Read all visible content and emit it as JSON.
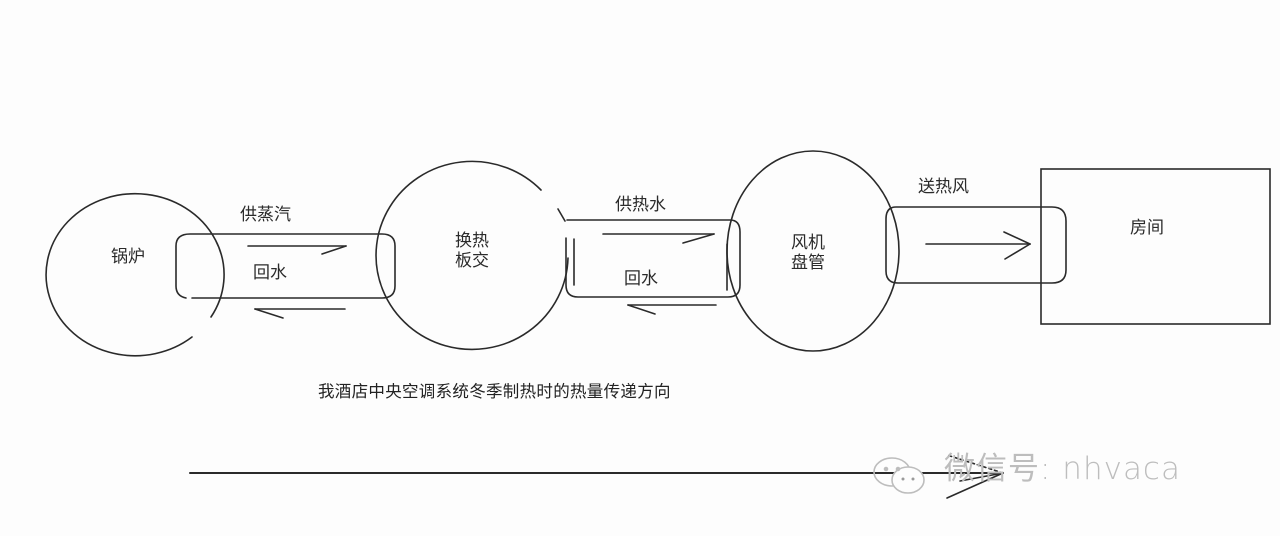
{
  "diagram": {
    "title": "我酒店中央空调系统冬季制热时的热量传递方向",
    "nodes": [
      {
        "id": "boiler",
        "label": "锅炉",
        "shape": "circle"
      },
      {
        "id": "plate-heat-exchanger",
        "label": "换热\n板交",
        "shape": "circle"
      },
      {
        "id": "fan-coil",
        "label": "风机\n盘管",
        "shape": "circle"
      },
      {
        "id": "room",
        "label": "房间",
        "shape": "rectangle"
      }
    ],
    "links": [
      {
        "id": "pipe-1",
        "from": "boiler",
        "to": "plate-heat-exchanger",
        "supply_label": "供蒸汽",
        "return_label": "回水"
      },
      {
        "id": "pipe-2",
        "from": "plate-heat-exchanger",
        "to": "fan-coil",
        "supply_label": "供热水",
        "return_label": "回水"
      },
      {
        "id": "duct-3",
        "from": "fan-coil",
        "to": "room",
        "supply_label": "送热风"
      }
    ],
    "direction_arrow": "left-to-right"
  },
  "watermark": {
    "icon": "wechat-icon",
    "text": "微信号: nhvaca"
  },
  "colors": {
    "stroke": "#2a2a2a",
    "background": "#fdfdfd",
    "watermark": "#bdbdbd"
  }
}
